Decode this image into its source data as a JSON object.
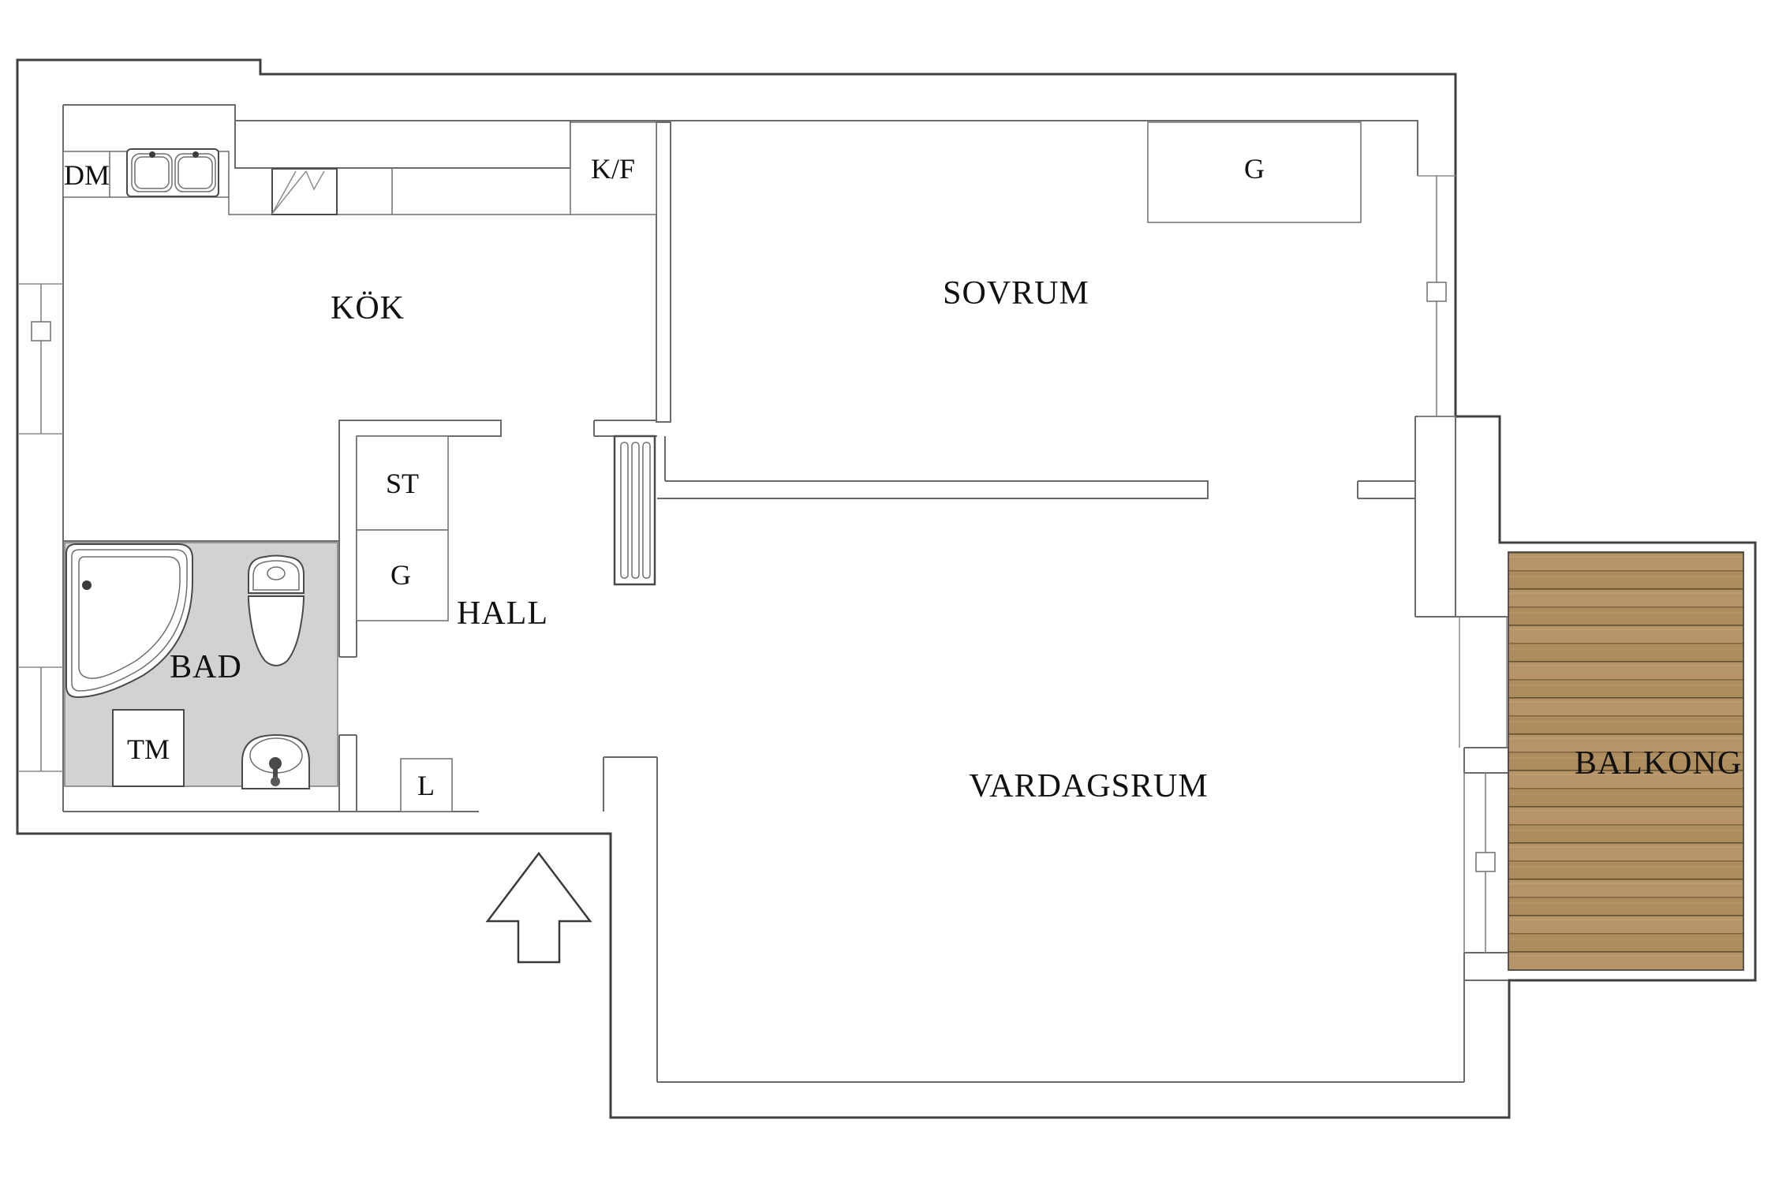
{
  "plan": {
    "type": "apartment-floor-plan",
    "rooms": {
      "kitchen": "KÖK",
      "bedroom": "SOVRUM",
      "hall": "HALL",
      "bath": "BAD",
      "living_room": "VARDAGSRUM",
      "balcony": "BALKONG"
    },
    "fixtures": {
      "dishwasher": "DM",
      "fridge_freezer": "K/F",
      "bedroom_wardrobe": "G",
      "cleaning_closet": "ST",
      "hall_wardrobe": "G",
      "linen_closet": "L",
      "washing_machine": "TM"
    },
    "colors": {
      "wall_line": "#3f3f3f",
      "interior_line": "#6b6b6b",
      "bath_floor": "#d2d2d2",
      "deck_plank_light": "#b69468",
      "deck_plank_dark": "#ad8c5e",
      "deck_line": "#63502f",
      "label_text": "#101010"
    }
  }
}
